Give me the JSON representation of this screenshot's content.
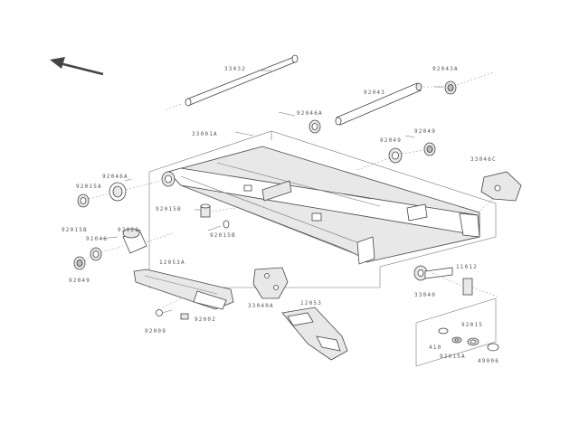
{
  "labels": {
    "l33032": "33032",
    "l92043a": "92043A",
    "l92043b": "92043",
    "l92046a": "92046A",
    "l33001a": "33001A",
    "l92049a": "92049",
    "l92049b": "92049",
    "l33046c": "33046C",
    "l92046b": "92046A",
    "l92015a": "92015A",
    "l92015b": "92015B",
    "l92015c": "92015B",
    "l92015d": "92015B",
    "l92028": "92028",
    "l92046c": "92046",
    "l92049c": "92049",
    "l12053a": "12053A",
    "l33040a": "33040A",
    "l12053": "12053",
    "l11012": "11012",
    "l33040": "33040",
    "l92009": "92009",
    "l92002": "92002",
    "l92015e": "92015",
    "l410": "410",
    "l92015f": "92015A",
    "l49006": "49006"
  },
  "colors": {
    "line": "#777777",
    "part_fill": "#e8e8e8",
    "text": "#555555"
  }
}
